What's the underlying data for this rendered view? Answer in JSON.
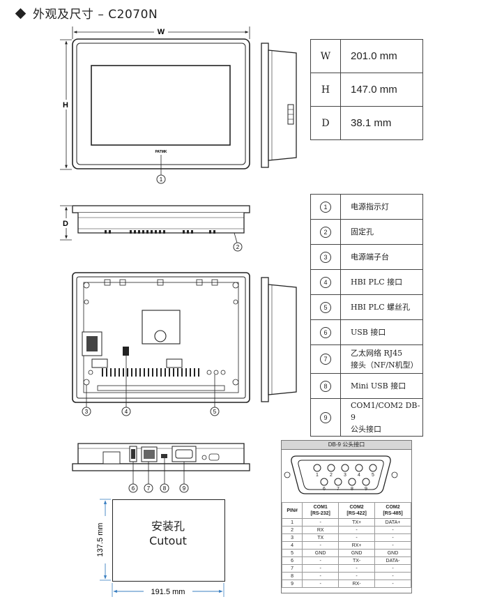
{
  "title": "外观及尺寸 – C2070N",
  "labels": {
    "w": "W",
    "h": "H",
    "d": "D",
    "brand": "PATMK"
  },
  "dimensions": [
    {
      "key": "W",
      "value": "201.0 mm"
    },
    {
      "key": "H",
      "value": "147.0 mm"
    },
    {
      "key": "D",
      "value": "38.1 mm"
    }
  ],
  "callout_numbers": [
    "①",
    "②",
    "③",
    "④",
    "⑤",
    "⑥",
    "⑦",
    "⑧",
    "⑨"
  ],
  "parts": [
    {
      "num": "①",
      "label": "电源指示灯"
    },
    {
      "num": "②",
      "label": "固定孔"
    },
    {
      "num": "③",
      "label": "电源端子台"
    },
    {
      "num": "④",
      "label": "HBI PLC 接口"
    },
    {
      "num": "⑤",
      "label": "HBI PLC 螺丝孔"
    },
    {
      "num": "⑥",
      "label": "USB 接口"
    },
    {
      "num": "⑦",
      "label": "乙太网络 RJ45",
      "label2": "接头（NF/N机型）"
    },
    {
      "num": "⑧",
      "label": "Mini USB 接口"
    },
    {
      "num": "⑨",
      "label": "COM1/COM2 DB-9",
      "label2": "公头接口"
    }
  ],
  "db9": {
    "header": "DB-9 公头接口",
    "top_pins": [
      "1",
      "2",
      "3",
      "4",
      "5"
    ],
    "bottom_pins": [
      "6",
      "7",
      "8",
      "9"
    ],
    "columns": [
      "PIN#",
      "COM1",
      "COM2",
      "COM2"
    ],
    "subcolumns": [
      "[RS-232]",
      "[RS-422]",
      "[RS-485]"
    ],
    "rows": [
      [
        "1",
        "-",
        "TX+",
        "DATA+"
      ],
      [
        "2",
        "RX",
        "-",
        "-"
      ],
      [
        "3",
        "TX",
        "-",
        "-"
      ],
      [
        "4",
        "-",
        "RX+",
        "-"
      ],
      [
        "5",
        "GND",
        "GND",
        "GND"
      ],
      [
        "6",
        "-",
        "TX-",
        "DATA-"
      ],
      [
        "7",
        "-",
        "-",
        "-"
      ],
      [
        "8",
        "-",
        "-",
        "-"
      ],
      [
        "9",
        "-",
        "RX-",
        "-"
      ]
    ]
  },
  "cutout": {
    "title": "安装孔",
    "subtitle": "Cutout",
    "width": "191.5 mm",
    "height": "137.5 mm"
  }
}
